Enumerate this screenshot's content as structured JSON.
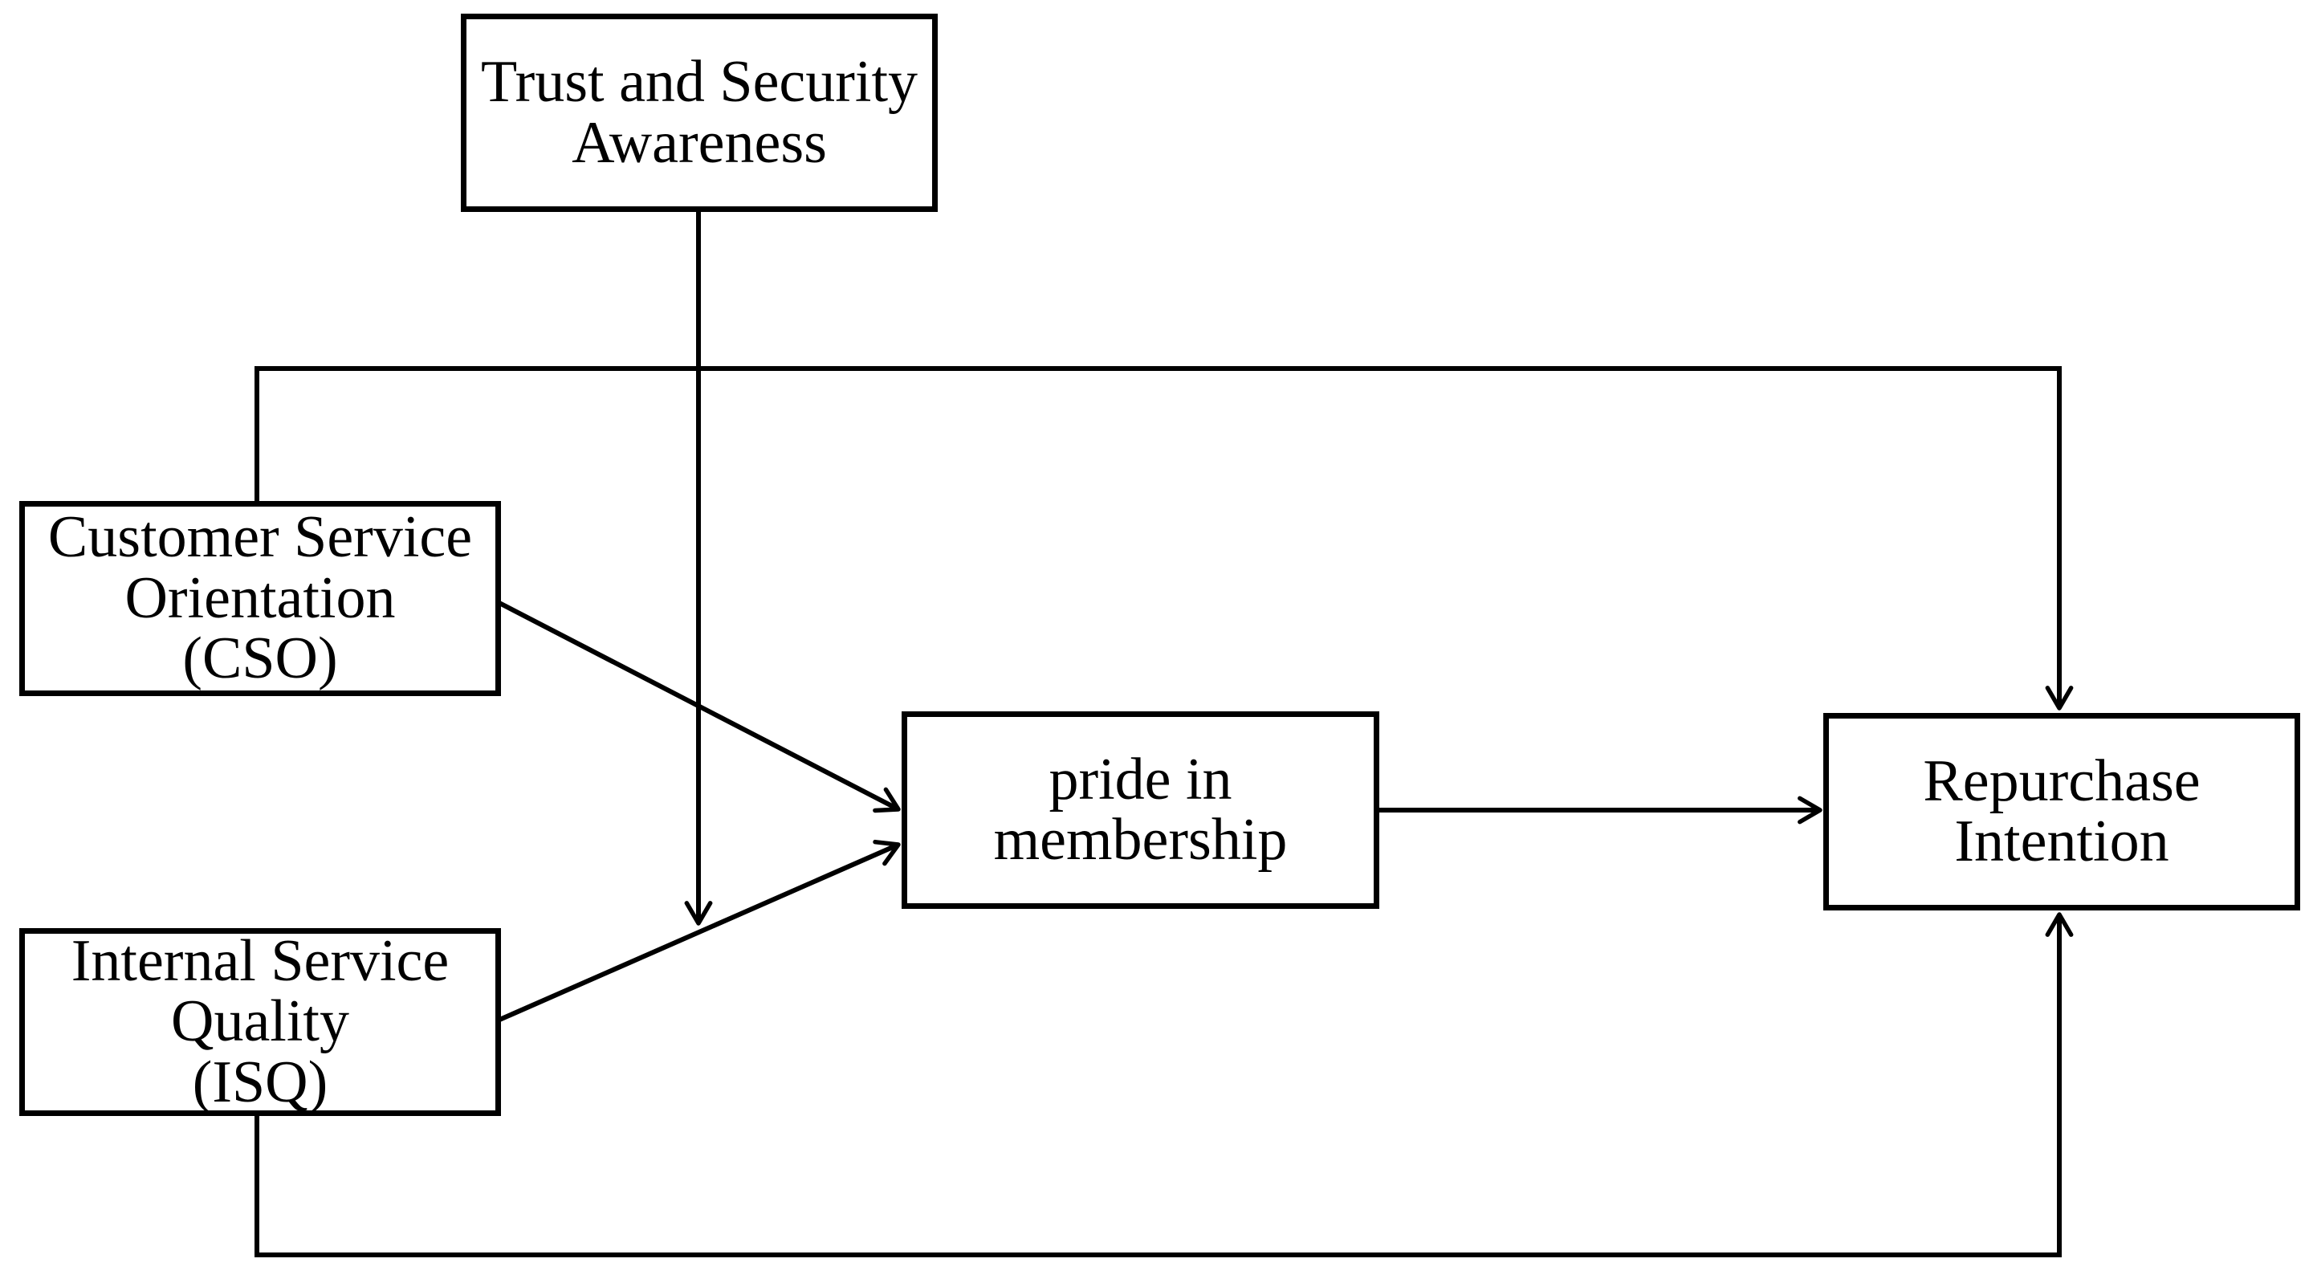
{
  "colors": {
    "background": "#ffffff",
    "stroke": "#000000",
    "text": "#000000"
  },
  "nodes": {
    "trust": {
      "lines": [
        "Trust and Security",
        "Awareness"
      ]
    },
    "cso": {
      "lines": [
        "Customer Service",
        "Orientation",
        "(CSO)"
      ]
    },
    "isq": {
      "lines": [
        "Internal Service",
        "Quality",
        "(ISQ)"
      ]
    },
    "pride": {
      "lines": [
        "pride in",
        "membership"
      ]
    },
    "repurchase": {
      "lines": [
        "Repurchase",
        "Intention"
      ]
    }
  },
  "edges": [
    {
      "from": "Trust and Security Awareness",
      "to": "ISQ/CSO path into pride in membership",
      "kind": "moderation-arrow-down"
    },
    {
      "from": "Customer Service Orientation (CSO)",
      "to": "Repurchase Intention",
      "kind": "arrow-routed-over-top"
    },
    {
      "from": "Customer Service Orientation (CSO)",
      "to": "pride in membership",
      "kind": "diagonal-arrow"
    },
    {
      "from": "Internal Service Quality (ISQ)",
      "to": "pride in membership",
      "kind": "diagonal-arrow"
    },
    {
      "from": "pride in membership",
      "to": "Repurchase Intention",
      "kind": "horizontal-arrow"
    },
    {
      "from": "Internal Service Quality (ISQ)",
      "to": "Repurchase Intention",
      "kind": "arrow-routed-under-bottom"
    }
  ]
}
